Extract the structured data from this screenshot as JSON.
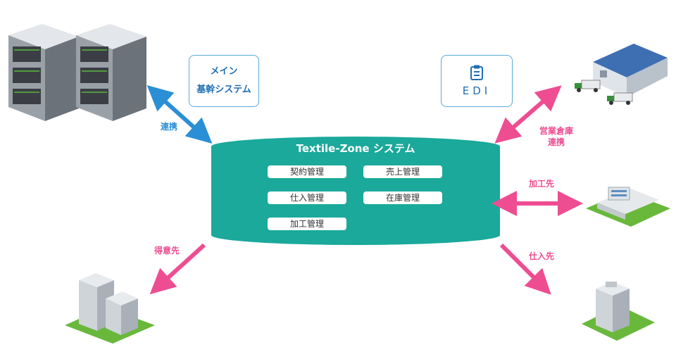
{
  "system": {
    "title": "Textile-Zone システム",
    "modules": [
      "契約管理",
      "売上管理",
      "仕入管理",
      "在庫管理",
      "加工管理"
    ]
  },
  "main_system": {
    "line1": "メイン",
    "line2": "基幹システム"
  },
  "edi": {
    "label": "EDI",
    "icon": "clipboard-icon"
  },
  "links": {
    "main": "連携",
    "warehouse_line1": "営業倉庫",
    "warehouse_line2": "連携",
    "processor": "加工先",
    "customer": "得意先",
    "supplier": "仕入先"
  },
  "colors": {
    "teal": "#1aa99b",
    "blue": "#2b8fd6",
    "pink": "#ee4d92",
    "box_border": "#5aa9d6",
    "box_text": "#1f6fb5"
  }
}
